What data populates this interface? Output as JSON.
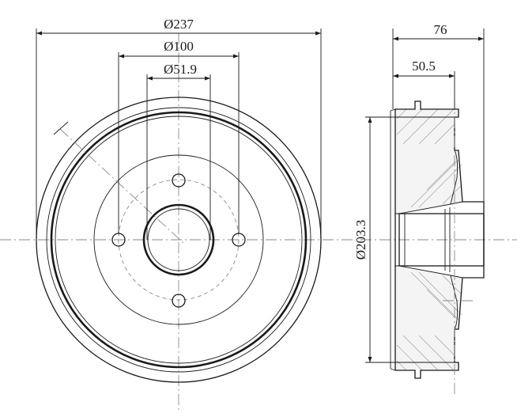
{
  "front_view": {
    "dim_outer": "Ø237",
    "dim_pcd": "Ø100",
    "dim_bore": "Ø51.9"
  },
  "side_view": {
    "dim_width": "76",
    "dim_hub": "50.5",
    "dim_drum": "Ø203.3"
  },
  "colors": {
    "line": "#1a1a1a",
    "centerline": "#8a8a8a",
    "background": "#ffffff"
  }
}
